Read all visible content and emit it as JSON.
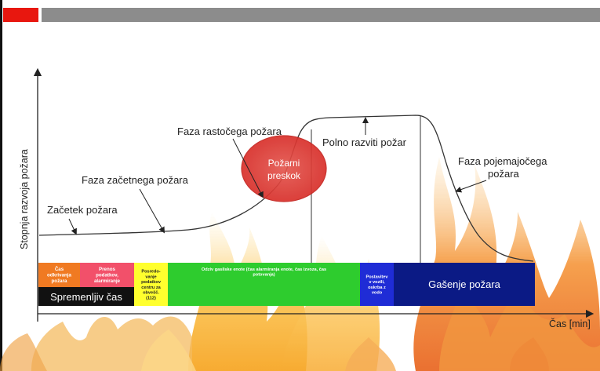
{
  "diagram": {
    "y_axis_label": "Stopnja razvoja požara",
    "x_axis_label": "Čas [min]",
    "curve_labels": {
      "start": "Začetek požara",
      "incipient": "Faza začetnega požara",
      "growth": "Faza rastočega požara",
      "full": "Polno razviti požar",
      "decay_line1": "Faza pojemajočega",
      "decay_line2": "požara"
    },
    "flashover": {
      "line1": "Požarni",
      "line2": "preskok"
    },
    "timeline": {
      "segments": [
        {
          "id": "discovery",
          "lines": [
            "Čas",
            "odkrivanja",
            "požara"
          ],
          "color": "#f07a22",
          "text_color": "#ffffff"
        },
        {
          "id": "transfer",
          "lines": [
            "Prenos",
            "podatkov,",
            "alarmiranje"
          ],
          "color": "#f2506a",
          "text_color": "#ffffff"
        },
        {
          "id": "mediation",
          "lines": [
            "Posredo-",
            "vanje",
            "podatkov",
            "centru za",
            "obvešč.",
            "(112)"
          ],
          "color": "#ffff2e",
          "text_color": "#222222"
        },
        {
          "id": "response",
          "lines": [
            "Odziv gasilske enote (čas alarmiranja enote, čas izvoza, čas",
            "potovanja)"
          ],
          "color": "#2ecc2e",
          "text_color": "#ffffff"
        },
        {
          "id": "setup",
          "lines": [
            "Postavitev",
            "v vozili,",
            "oskrba z",
            "vodo"
          ],
          "color": "#1f2cd6",
          "text_color": "#ffffff"
        },
        {
          "id": "extinguish",
          "lines": [
            "Gašenje požara"
          ],
          "color": "#0b1a85",
          "text_color": "#ffffff"
        }
      ],
      "variable_time": "Spremenljiv čas"
    }
  }
}
